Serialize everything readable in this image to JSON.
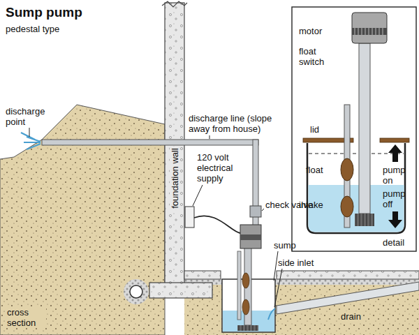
{
  "diagram": {
    "title": "Sump pump",
    "labels": [
      "pedestal type",
      "discharge point",
      "discharge line (slope away from house)",
      "foundation wall",
      "120 volt electrical supply",
      "check valve",
      "sump",
      "side inlet",
      "drain",
      "cross section",
      "motor",
      "float switch",
      "lid",
      "float",
      "pump on",
      "pump off",
      "intake",
      "detail"
    ]
  }
}
